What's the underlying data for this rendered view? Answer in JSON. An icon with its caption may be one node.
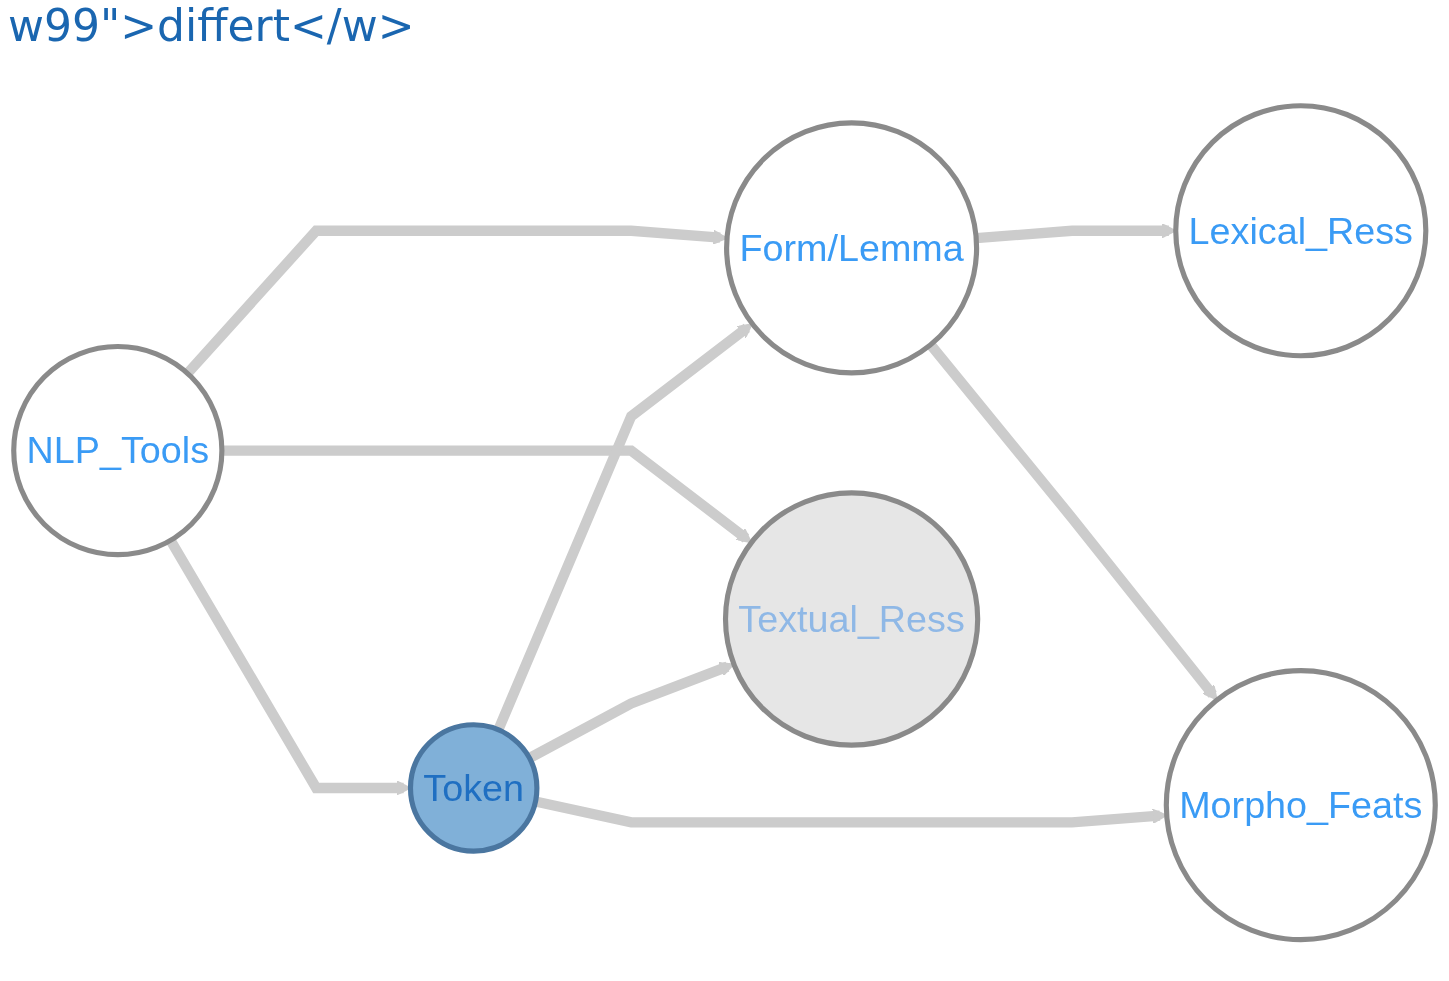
{
  "diagram": {
    "nodes": [
      {
        "text": [
          "NLP_Tools"
        ]
      },
      {
        "text": [
          "Form/Lemma"
        ]
      },
      {
        "text": [
          "Lexical_Ress"
        ]
      },
      {
        "text": [
          "Textual_Ress"
        ]
      },
      {
        "text": [
          "Token"
        ]
      },
      {
        "text": [
          "Morpho_Feats"
        ]
      }
    ],
    "edges": [
      {
        "from": 0,
        "to": 1,
        "arrow": "to"
      },
      {
        "from": 1,
        "to": 2,
        "arrow": "to"
      },
      {
        "from": 0,
        "to": 3,
        "arrow": "to"
      },
      {
        "from": 0,
        "to": 4,
        "arrow": "to"
      },
      {
        "from": 4,
        "to": 1,
        "arrow": "to"
      },
      {
        "from": 1,
        "to": 5,
        "arrow": "to"
      },
      {
        "from": 4,
        "to": 3,
        "arrow": "to"
      },
      {
        "from": 4,
        "to": 5,
        "arrow": "to"
      }
    ],
    "labels": [
      "w99\">differt</w>"
    ]
  }
}
